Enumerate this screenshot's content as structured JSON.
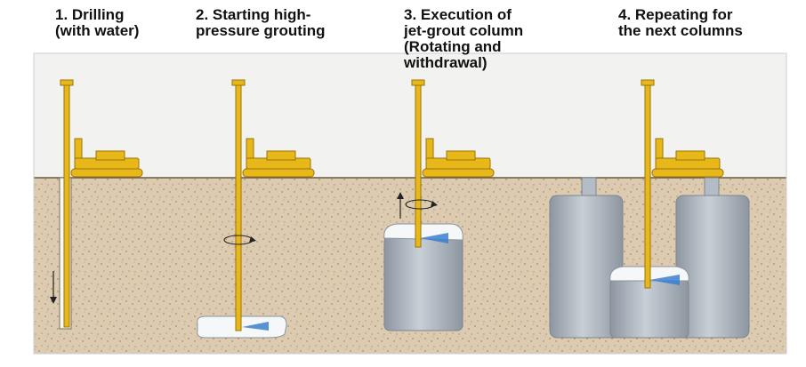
{
  "steps": [
    {
      "title": "1. Drilling",
      "lines": [
        "(with water)"
      ]
    },
    {
      "title": "2. Starting high-",
      "lines": [
        "pressure grouting"
      ]
    },
    {
      "title": "3. Execution of",
      "lines": [
        "jet-grout column",
        "(Rotating and",
        "withdrawal)"
      ]
    },
    {
      "title": "4. Repeating for",
      "lines": [
        "the next columns"
      ]
    }
  ],
  "colors": {
    "soil": "#dccbb0",
    "sky": "#f2f2f0",
    "rig": "#e8b81a",
    "rig_outline": "#9a7406",
    "column": "#b4bcc5",
    "column_dark": "#8d96a0",
    "jet": "#3b7fd0",
    "text": "#111111"
  },
  "icons": {
    "rotation": "rotation-arrow-icon",
    "direction": "direction-arrow-icon"
  }
}
